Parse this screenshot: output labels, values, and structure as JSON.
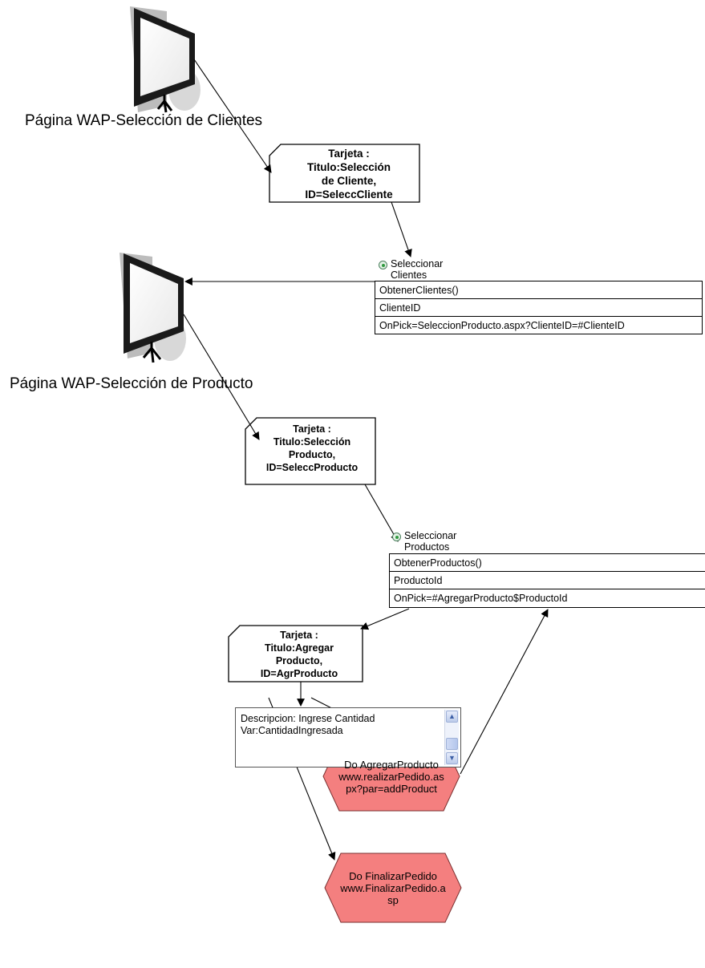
{
  "pages": [
    {
      "label": "Página WAP-Selección de Clientes"
    },
    {
      "label": "Página WAP-Selección de Producto"
    }
  ],
  "cards": [
    {
      "lines": [
        "Tarjeta :",
        "Titulo:Selección",
        "de Cliente,",
        "ID=SeleccCliente"
      ]
    },
    {
      "lines": [
        "Tarjeta :",
        "Titulo:Selección",
        "Producto,",
        "ID=SeleccProducto"
      ]
    },
    {
      "lines": [
        "Tarjeta :",
        "Titulo:Agregar",
        "Producto,",
        "ID=AgrProducto"
      ]
    }
  ],
  "selects": [
    {
      "title_lines": [
        "Seleccionar",
        "Clientes"
      ],
      "rows": [
        "ObtenerClientes()",
        "ClienteID",
        "OnPick=SeleccionProducto.aspx?ClienteID=#ClienteID"
      ]
    },
    {
      "title_lines": [
        "Seleccionar",
        "Productos"
      ],
      "rows": [
        "ObtenerProductos()",
        "ProductoId",
        "OnPick=#AgregarProducto$ProductoId"
      ]
    }
  ],
  "input": {
    "lines": [
      "Descripcion: Ingrese Cantidad",
      "Var:CantidadIngresada"
    ]
  },
  "actions": [
    {
      "lines": [
        "Do AgregarProducto",
        "www.realizarPedido.as",
        "px?par=addProduct"
      ]
    },
    {
      "lines": [
        "Do FinalizarPedido",
        "www.FinalizarPedido.a",
        "sp"
      ]
    }
  ],
  "colors": {
    "action_fill": "#f47f7f",
    "action_stroke": "#7a3030",
    "line": "#000000"
  }
}
